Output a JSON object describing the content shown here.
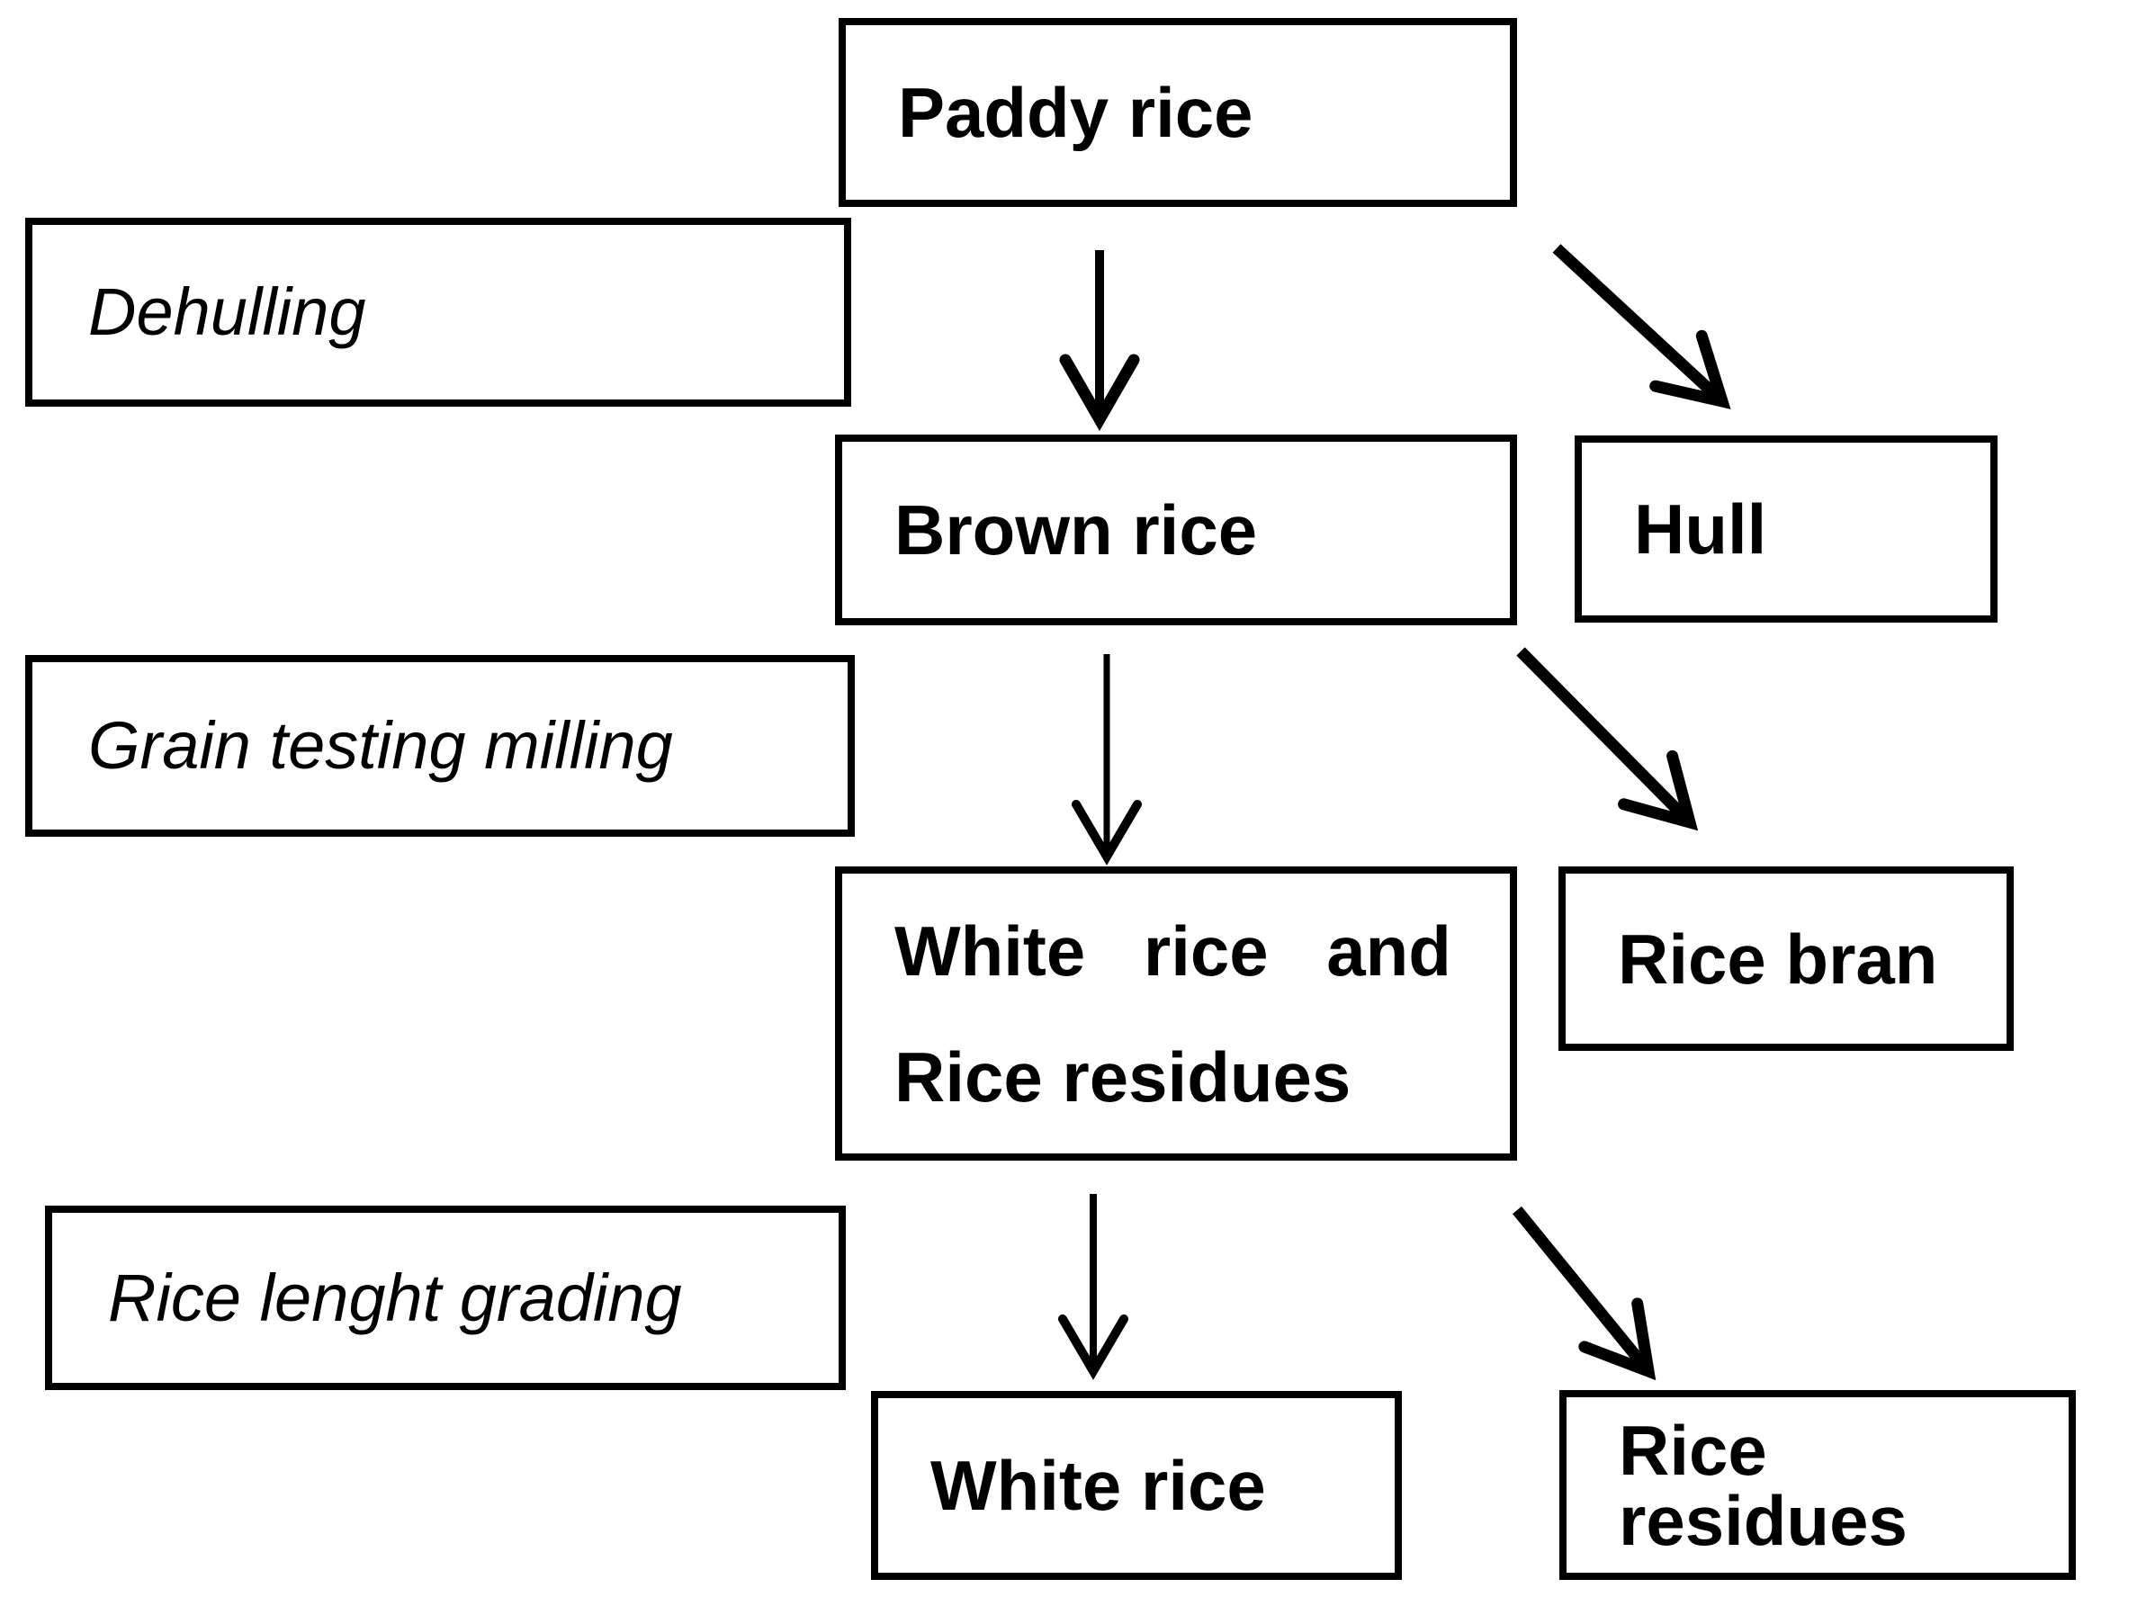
{
  "diagram": {
    "background_color": "#ffffff",
    "line_color": "#000000",
    "stages": [
      {
        "label": "Dehulling"
      },
      {
        "label": "Grain testing milling"
      },
      {
        "label": "Rice lenght grading"
      }
    ],
    "nodes": {
      "paddy_rice": {
        "label": "Paddy rice"
      },
      "brown_rice": {
        "label": "Brown rice"
      },
      "hull": {
        "label": "Hull"
      },
      "white_rice_and_rice_residues": {
        "line1": "White rice and",
        "line2": "Rice residues"
      },
      "rice_bran": {
        "label": "Rice bran"
      },
      "white_rice": {
        "label": "White rice"
      },
      "rice_residues": {
        "label": "Rice residues"
      }
    },
    "edges": [
      {
        "from": "Paddy rice",
        "to": "Brown rice"
      },
      {
        "from": "Paddy rice",
        "to": "Hull"
      },
      {
        "from": "Brown rice",
        "to": "White rice and Rice residues"
      },
      {
        "from": "Brown rice",
        "to": "Rice bran"
      },
      {
        "from": "White rice and Rice residues",
        "to": "White rice"
      },
      {
        "from": "White rice and Rice residues",
        "to": "Rice residues"
      }
    ]
  }
}
